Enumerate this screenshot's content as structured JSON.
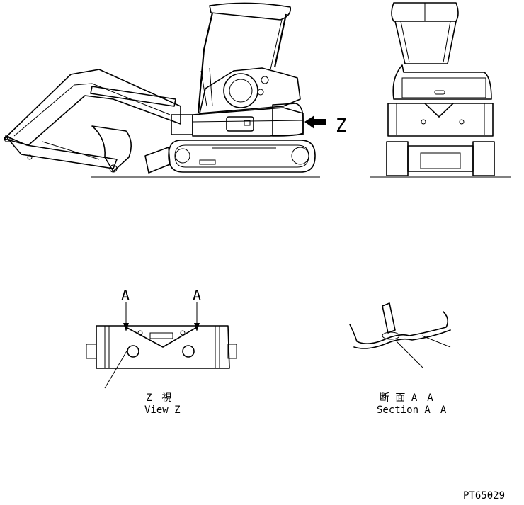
{
  "drawing": {
    "direction_label": "Z",
    "section_arrow_labels": [
      "A",
      "A"
    ],
    "view_z_caption_jp": "Z　視",
    "view_z_caption_en": "View Z",
    "section_caption_jp": "断 面 A－A",
    "section_caption_en": "Section A－A",
    "drawing_number": "PT65029"
  }
}
